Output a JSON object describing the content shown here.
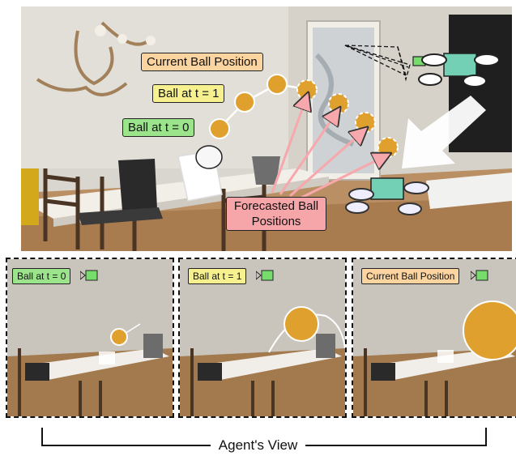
{
  "scene": {
    "labels": {
      "current": "Current Ball Position",
      "t1": "Ball at t = 1",
      "t0": "Ball at t = 0",
      "forecast": "Forecasted Ball Positions"
    }
  },
  "panels": [
    {
      "label": "Ball at t = 0"
    },
    {
      "label": "Ball at t = 1"
    },
    {
      "label": "Current Ball Position"
    }
  ],
  "caption": "Agent's View",
  "colors": {
    "ball": "#e0a02e",
    "green_label": "#9be48c",
    "yellow_label": "#f7f08e",
    "orange_label": "#fcd4a0",
    "pink_label": "#f6a5a9",
    "arrow": "#f7a8ac"
  }
}
